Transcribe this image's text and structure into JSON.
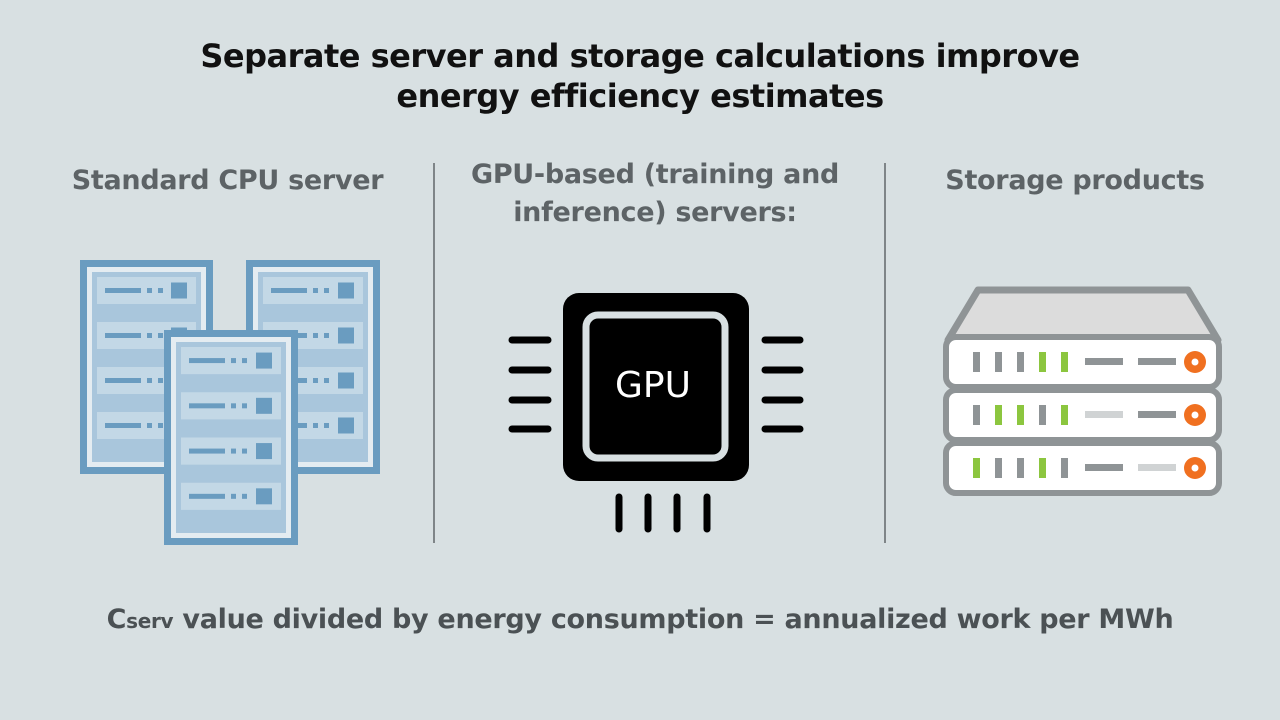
{
  "title_line1": "Separate server and storage calculations improve",
  "title_line2": "energy efficiency estimates",
  "columns": [
    {
      "heading_line1": "Standard CPU server",
      "heading_line2": "",
      "icon": "server-rack-icon"
    },
    {
      "heading_line1": "GPU-based (training and",
      "heading_line2": "inference) servers:",
      "icon": "gpu-chip-icon",
      "chip_label": "GPU"
    },
    {
      "heading_line1": "Storage products",
      "heading_line2": "",
      "icon": "storage-stack-icon"
    }
  ],
  "formula": {
    "symbol": "C",
    "subscript": "serv",
    "text": " value divided by energy consumption = annualized work per MWh"
  },
  "colors": {
    "background": "#d8e0e2",
    "server_blue": "#6a9cc0",
    "server_light": "#a9c6dc",
    "led_green": "#8cc63f",
    "led_gray": "#8f9496",
    "accent_orange": "#f07020"
  }
}
